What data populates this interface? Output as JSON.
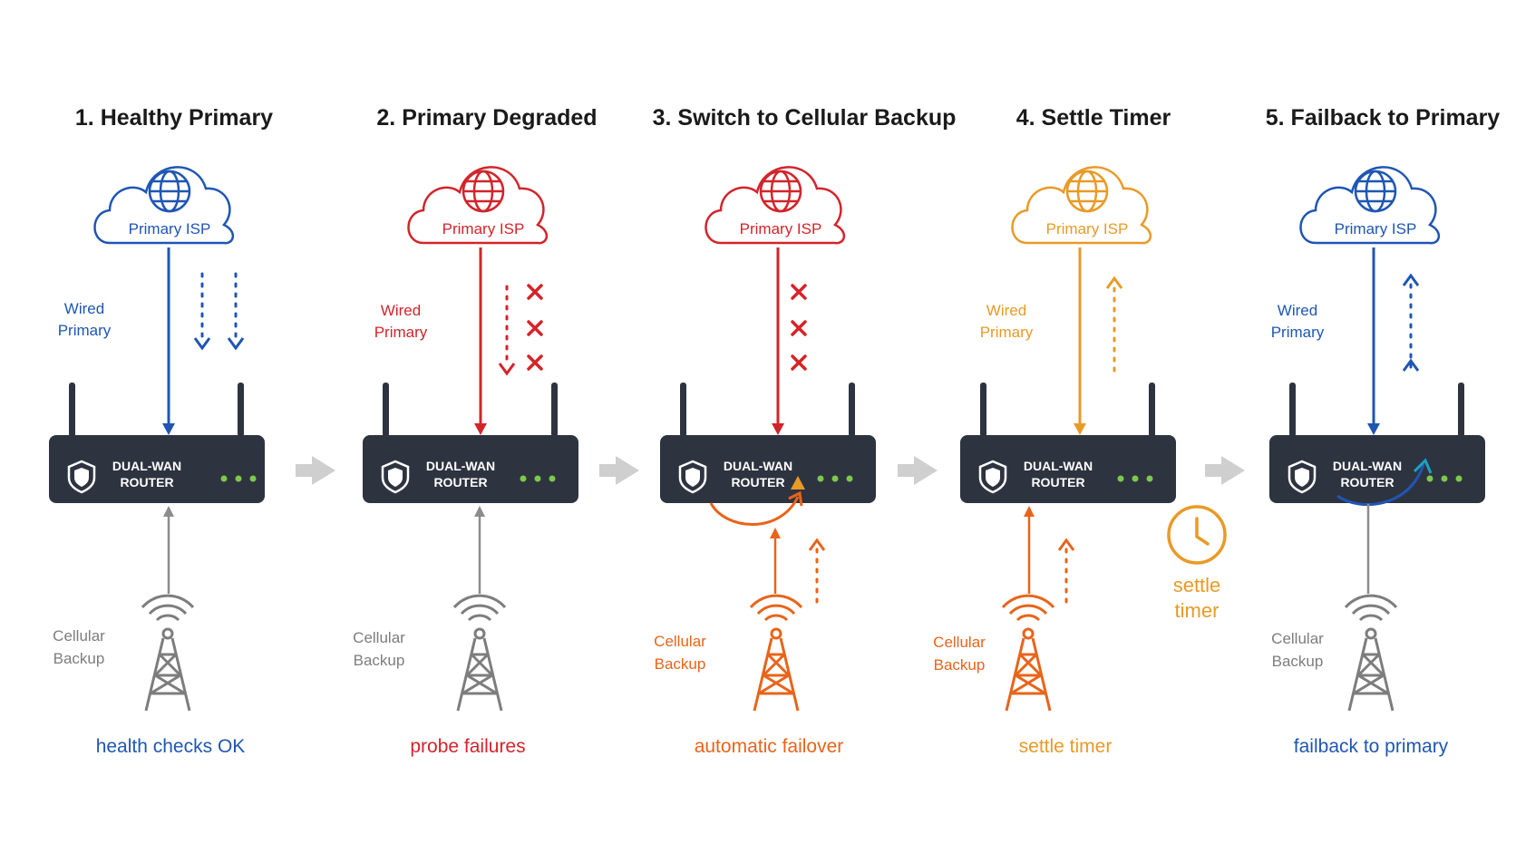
{
  "colors": {
    "blue": "#1f56b3",
    "red": "#d3242a",
    "orange_red": "#e8641a",
    "orange": "#e99a26",
    "gray": "#7d7d7d",
    "router_body": "#2e3340",
    "led": "#7cc94b",
    "stage_arrow": "#cfcfcf"
  },
  "stages": [
    {
      "title": "1.  Healthy Primary",
      "cloud_label": "Primary ISP",
      "wired_label_1": "Wired",
      "wired_label_2": "Primary",
      "router_line1": "DUAL-WAN",
      "router_line2": "ROUTER",
      "cell_label_1": "Cellular",
      "cell_label_2": "Backup",
      "caption": "health checks OK",
      "icons": [
        "globe-icon",
        "shield-icon",
        "cell-tower-icon"
      ]
    },
    {
      "title": "2.  Primary Degraded",
      "cloud_label": "Primary ISP",
      "wired_label_1": "Wired",
      "wired_label_2": "Primary",
      "router_line1": "DUAL-WAN",
      "router_line2": "ROUTER",
      "cell_label_1": "Cellular",
      "cell_label_2": "Backup",
      "caption": "probe failures",
      "icons": [
        "globe-icon",
        "shield-icon",
        "failure-x-icon",
        "cell-tower-icon"
      ]
    },
    {
      "title": "3.  Switch to Cellular Backup",
      "cloud_label": "Primary ISP",
      "router_line1": "DUAL-WAN",
      "router_line2": "ROUTER",
      "cell_label_1": "Cellular",
      "cell_label_2": "Backup",
      "caption": "automatic failover",
      "icons": [
        "globe-icon",
        "shield-icon",
        "failure-x-icon",
        "cell-tower-icon"
      ]
    },
    {
      "title": "4.  Settle Timer",
      "cloud_label": "Primary ISP",
      "wired_label_1": "Wired",
      "wired_label_2": "Primary",
      "router_line1": "DUAL-WAN",
      "router_line2": "ROUTER",
      "cell_label_1": "Cellular",
      "cell_label_2": "Backup",
      "timer_label_1": "settle",
      "timer_label_2": "timer",
      "caption": "settle timer",
      "icons": [
        "globe-icon",
        "shield-icon",
        "clock-icon",
        "cell-tower-icon"
      ]
    },
    {
      "title": "5.  Failback to Primary",
      "cloud_label": "Primary ISP",
      "wired_label_1": "Wired",
      "wired_label_2": "Primary",
      "router_line1": "DUAL-WAN",
      "router_line2": "ROUTER",
      "cell_label_1": "Cellular",
      "cell_label_2": "Backup",
      "caption": "failback to primary",
      "icons": [
        "globe-icon",
        "shield-icon",
        "cell-tower-icon"
      ]
    }
  ]
}
